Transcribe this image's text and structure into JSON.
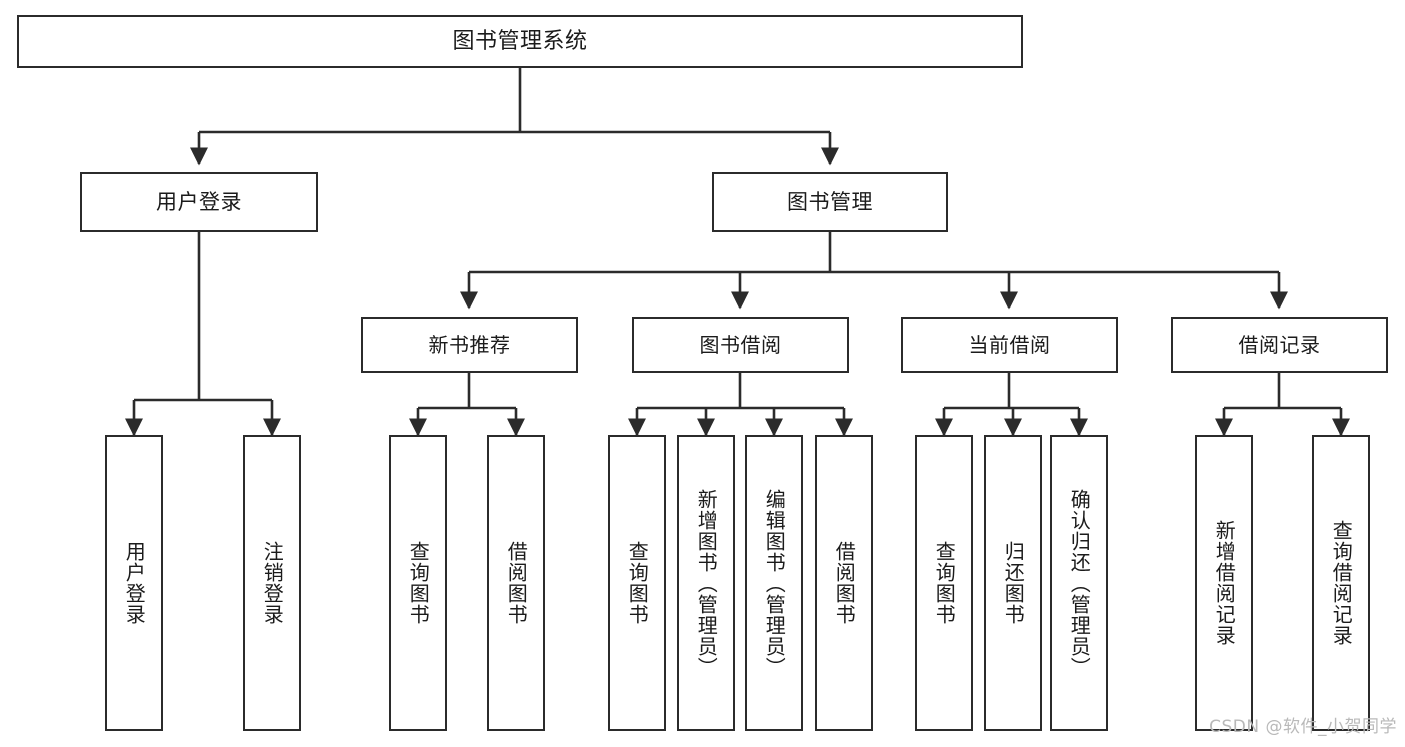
{
  "diagram": {
    "type": "tree-hierarchy",
    "title": "图书管理系统",
    "root": {
      "id": "root",
      "label": "图书管理系统",
      "orientation": "horizontal"
    },
    "level2": [
      {
        "id": "user-login",
        "label": "用户登录",
        "orientation": "horizontal"
      },
      {
        "id": "book-manage",
        "label": "图书管理",
        "orientation": "horizontal"
      }
    ],
    "level3": [
      {
        "id": "new-book-rec",
        "label": "新书推荐",
        "parent": "book-manage",
        "orientation": "horizontal"
      },
      {
        "id": "book-borrow",
        "label": "图书借阅",
        "parent": "book-manage",
        "orientation": "horizontal"
      },
      {
        "id": "current-borrow",
        "label": "当前借阅",
        "parent": "book-manage",
        "orientation": "horizontal"
      },
      {
        "id": "borrow-record",
        "label": "借阅记录",
        "parent": "book-manage",
        "orientation": "horizontal"
      }
    ],
    "leaves": [
      {
        "id": "leaf-user-login",
        "label": "用户登录",
        "parent": "user-login",
        "orientation": "vertical"
      },
      {
        "id": "leaf-logout",
        "label": "注销登录",
        "parent": "user-login",
        "orientation": "vertical"
      },
      {
        "id": "leaf-query-book-1",
        "label": "查询图书",
        "parent": "new-book-rec",
        "orientation": "vertical"
      },
      {
        "id": "leaf-borrow-book-1",
        "label": "借阅图书",
        "parent": "new-book-rec",
        "orientation": "vertical"
      },
      {
        "id": "leaf-query-book-2",
        "label": "查询图书",
        "parent": "book-borrow",
        "orientation": "vertical"
      },
      {
        "id": "leaf-add-book",
        "label": "新增图书（管理员）",
        "parent": "book-borrow",
        "orientation": "vertical"
      },
      {
        "id": "leaf-edit-book",
        "label": "编辑图书（管理员）",
        "parent": "book-borrow",
        "orientation": "vertical"
      },
      {
        "id": "leaf-borrow-book-2",
        "label": "借阅图书",
        "parent": "book-borrow",
        "orientation": "vertical"
      },
      {
        "id": "leaf-query-book-3",
        "label": "查询图书",
        "parent": "current-borrow",
        "orientation": "vertical"
      },
      {
        "id": "leaf-return-book",
        "label": "归还图书",
        "parent": "current-borrow",
        "orientation": "vertical"
      },
      {
        "id": "leaf-confirm-return",
        "label": "确认归还（管理员）",
        "parent": "current-borrow",
        "orientation": "vertical"
      },
      {
        "id": "leaf-add-record",
        "label": "新增借阅记录",
        "parent": "borrow-record",
        "orientation": "vertical"
      },
      {
        "id": "leaf-query-record",
        "label": "查询借阅记录",
        "parent": "borrow-record",
        "orientation": "vertical"
      }
    ],
    "colors": {
      "stroke": "#2b2b2b",
      "fill": "#ffffff",
      "text": "#1b1b1b",
      "watermark": "#b9b9b9"
    }
  },
  "watermark": {
    "text": "CSDN @软件_小贺同学"
  }
}
